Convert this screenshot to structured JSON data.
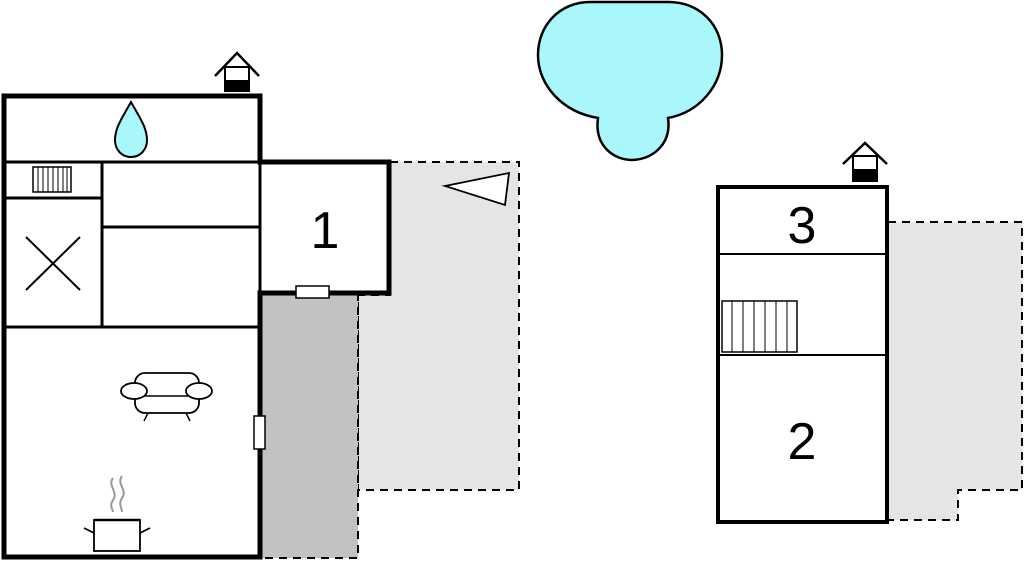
{
  "floorplan": {
    "room_labels": {
      "room_1": "1",
      "room_2": "2",
      "room_3": "3"
    },
    "icons": [
      "house-marker-icon",
      "water-drop-icon",
      "radiator-icon",
      "cross-icon",
      "sofa-icon",
      "cooking-pot-icon",
      "terrace-direction-icon",
      "stairs-icon",
      "pool-icon"
    ],
    "colors": {
      "walls": "#000000",
      "terrace": "#e5e5e5",
      "covered_terrace": "#c2c2c2",
      "pool": "#aaf7fb",
      "background": "#ffffff"
    }
  }
}
